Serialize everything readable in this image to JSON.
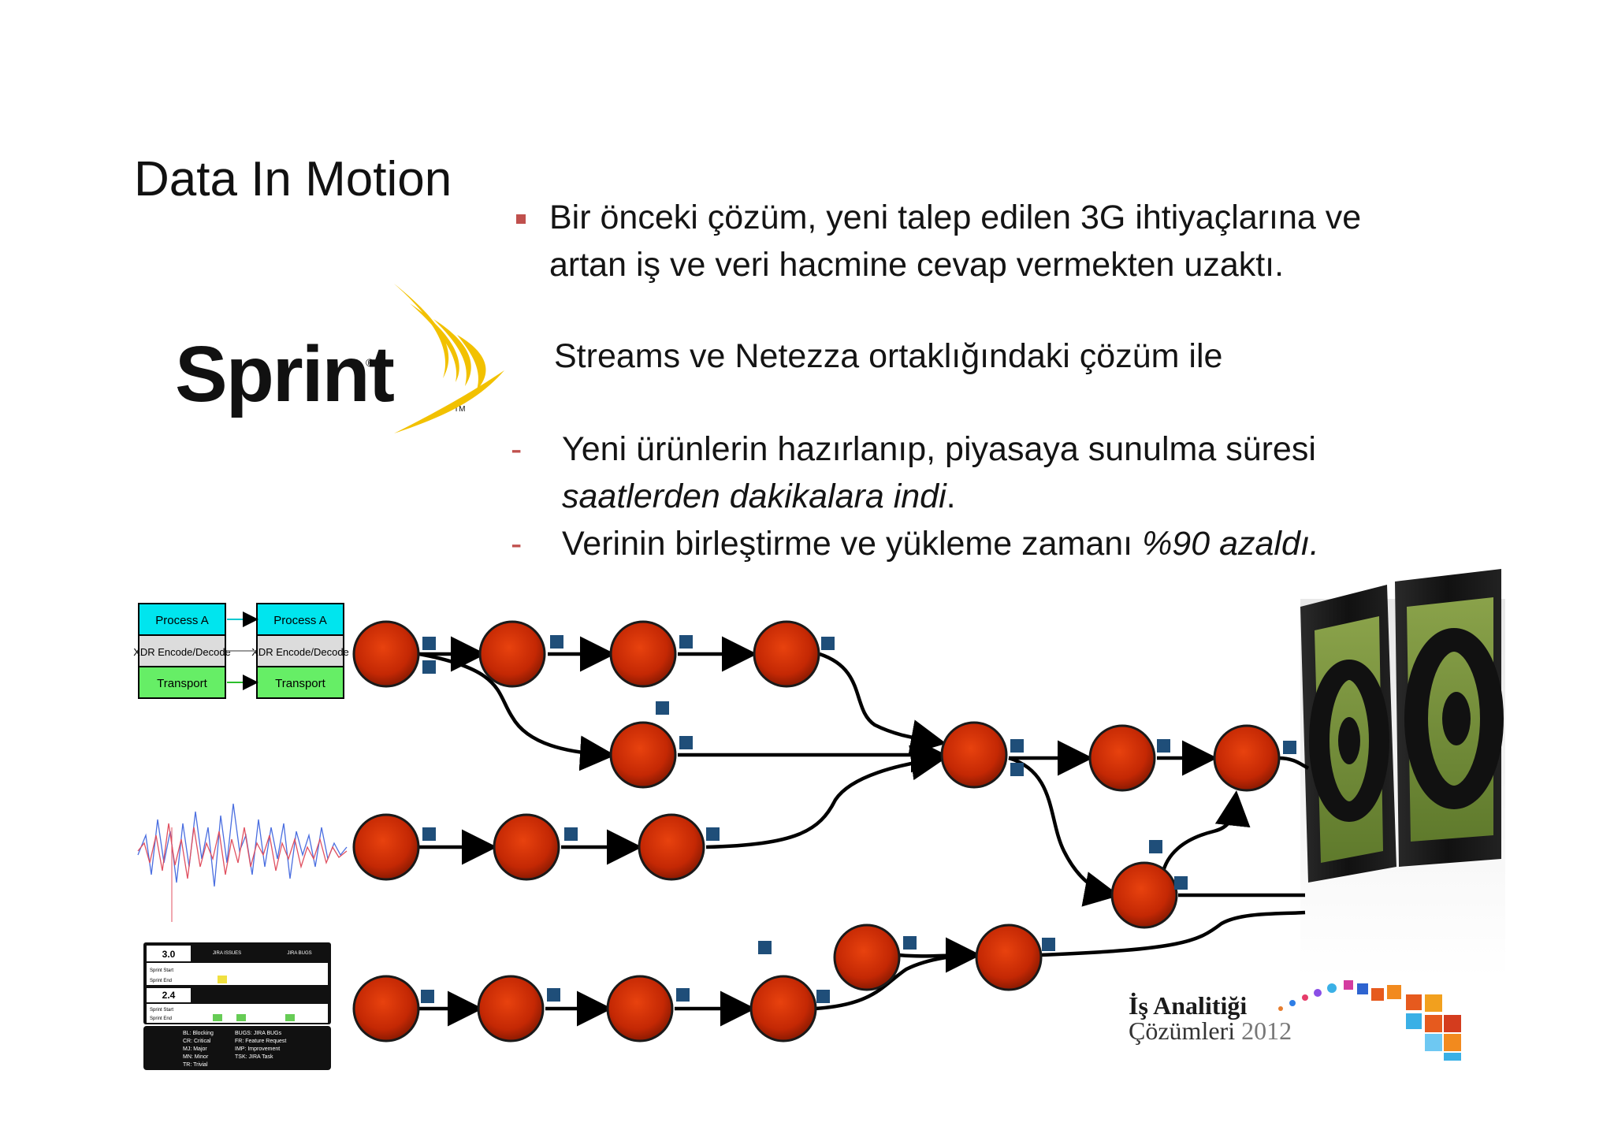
{
  "slide": {
    "title": "Data In Motion",
    "bullet1_line1": "Bir önceki çözüm, yeni talep edilen 3G ihtiyaçlarına ve",
    "bullet1_line2": "artan iş ve veri hacmine cevap vermekten uzaktı.",
    "intro": "Streams ve Netezza ortaklığındaki çözüm ile",
    "dash": "-",
    "point1_line1": "Yeni ürünlerin hazırlanıp, piyasaya sunulma süresi",
    "point1_line2_italic": "saatlerden dakikalara indi",
    "point1_line2_end": ".",
    "point2_text": "Verinin birleştirme ve yükleme zamanı ",
    "point2_italic": "%90 azaldı."
  },
  "sprint_logo": {
    "wordmark": "Sprint",
    "registered": "®",
    "tm": "TM",
    "color": "#f2c100"
  },
  "process_boxes": {
    "top": "Process A",
    "middle": "XDR Encode/Decode",
    "bottom": "Transport"
  },
  "jira_table": {
    "version1": "3.0",
    "version2": "2.4",
    "header_issues": "JIRA ISSUES",
    "header_bugs": "JIRA BUGS",
    "row1": "Sprint Start",
    "row2": "Sprint End",
    "legend_left": [
      "BL: Blocking",
      "CR: Critical",
      "MJ: Major",
      "MN: Minor",
      "TR: Trivial"
    ],
    "legend_right": [
      "BUGS: JIRA BUGs",
      "FR: Feature Request",
      "IMP: Improvement",
      "TSK: JIRA Task"
    ]
  },
  "event_logo": {
    "line1": "İş Analitiği",
    "line2_a": "Çözümleri",
    "line2_b": "2012"
  },
  "colors": {
    "bullet": "#c0504d",
    "node": "#cc2a06",
    "square": "#1f4e79",
    "cyan": "#00e5ee",
    "green": "#66ee66"
  }
}
